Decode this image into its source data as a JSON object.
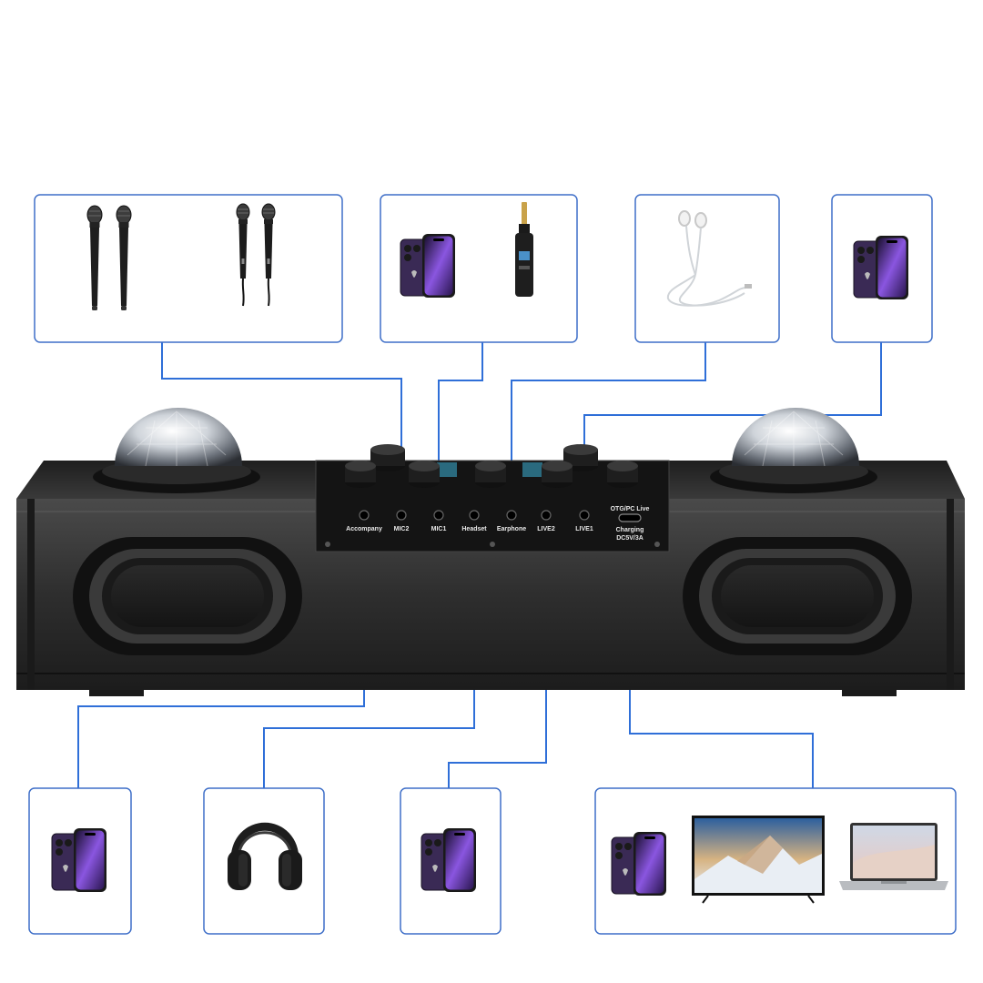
{
  "colors": {
    "connector": "#2f6fd8",
    "box_border": "#3f6fc8",
    "speaker_body": "#2a2a2a",
    "panel": "#141414",
    "phone_accent": "#8a56e0"
  },
  "panel": {
    "ports": [
      {
        "id": "accompany",
        "label": "Accompany"
      },
      {
        "id": "mic2",
        "label": "MIC2"
      },
      {
        "id": "mic1",
        "label": "MIC1"
      },
      {
        "id": "headset",
        "label": "Headset"
      },
      {
        "id": "earphone",
        "label": "Earphone"
      },
      {
        "id": "live2",
        "label": "LIVE2"
      },
      {
        "id": "live1",
        "label": "LIVE1"
      }
    ],
    "usb": {
      "top_label": "OTG/PC Live",
      "bottom_label_1": "Charging",
      "bottom_label_2": "DC5V/3A"
    }
  },
  "devices": {
    "top": [
      {
        "id": "microphones",
        "items": [
          "wireless-microphone-icon",
          "wireless-microphone-icon",
          "wired-microphone-icon",
          "wired-microphone-icon"
        ]
      },
      {
        "id": "phone-and-receiver",
        "items": [
          "smartphone-icon",
          "wireless-receiver-icon"
        ]
      },
      {
        "id": "earphones",
        "items": [
          "earphones-icon"
        ]
      },
      {
        "id": "phone",
        "items": [
          "smartphone-icon"
        ]
      }
    ],
    "bottom": [
      {
        "id": "phone-accompany",
        "items": [
          "smartphone-icon"
        ]
      },
      {
        "id": "headphones",
        "items": [
          "headphones-icon"
        ]
      },
      {
        "id": "phone-live2",
        "items": [
          "smartphone-icon"
        ]
      },
      {
        "id": "phone-tv-laptop",
        "items": [
          "smartphone-icon",
          "tv-icon",
          "laptop-icon"
        ]
      }
    ]
  },
  "connections": [
    {
      "from": "microphones",
      "to": "mic2"
    },
    {
      "from": "phone-and-receiver",
      "to": "mic1"
    },
    {
      "from": "earphones",
      "to": "earphone"
    },
    {
      "from": "phone",
      "to": "live1"
    },
    {
      "from": "phone-accompany",
      "to": "accompany"
    },
    {
      "from": "headphones",
      "to": "headset"
    },
    {
      "from": "phone-live2",
      "to": "live2"
    },
    {
      "from": "phone-tv-laptop",
      "to": "usb"
    }
  ]
}
